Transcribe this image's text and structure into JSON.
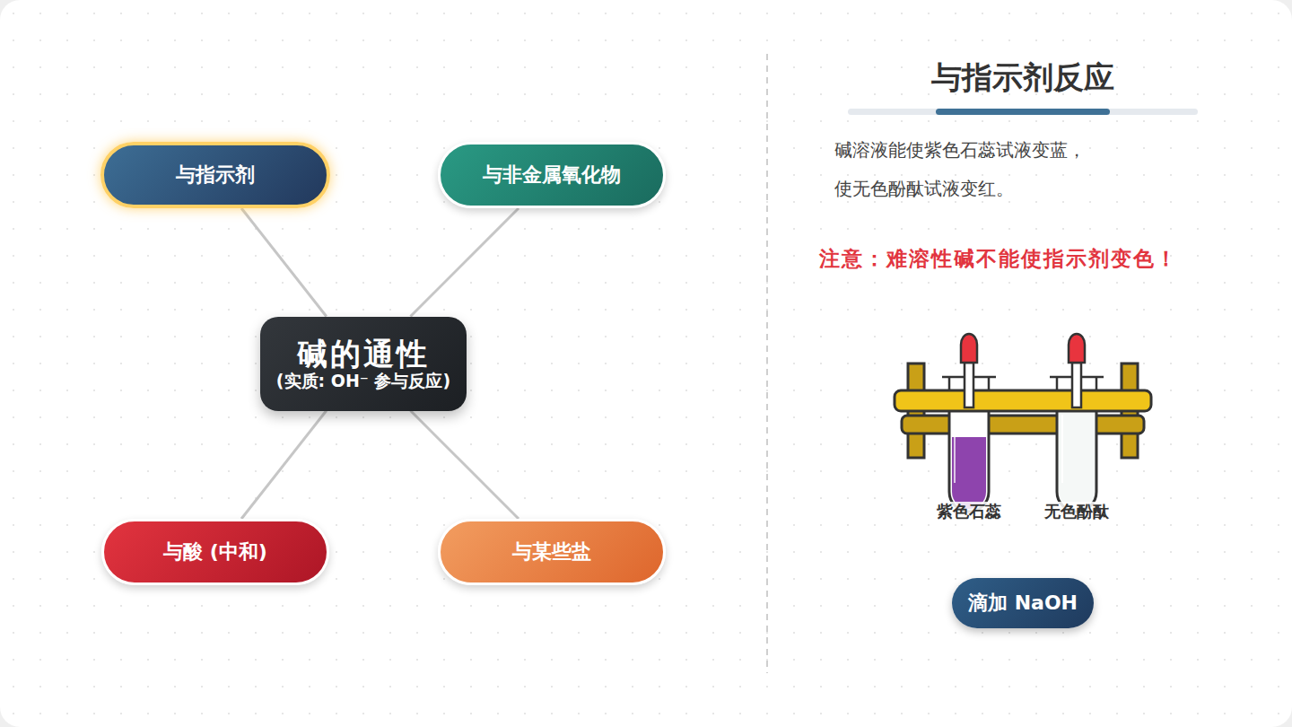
{
  "diagram": {
    "title": "与指示剂反应",
    "nodes": [
      {
        "text": [
          "与指示剂"
        ]
      },
      {
        "text": [
          "与非金属氧化物"
        ]
      },
      {
        "text": [
          "碱的通性",
          "(实质: OH⁻ 参与反应)"
        ]
      },
      {
        "text": [
          "与酸 (中和)"
        ]
      },
      {
        "text": [
          "与某些盐"
        ]
      },
      {
        "text": [
          "滴加 NaOH"
        ]
      }
    ],
    "edges": [
      {
        "from": 2,
        "to": 0,
        "arrow": "none"
      },
      {
        "from": 2,
        "to": 1,
        "arrow": "none"
      },
      {
        "from": 2,
        "to": 3,
        "arrow": "none"
      },
      {
        "from": 2,
        "to": 4,
        "arrow": "none"
      }
    ],
    "labels": [
      "碱溶液能使紫色石蕊试液变蓝， 使无色酚酞试液变红。",
      "注意：难溶性碱不能使指示剂变色！",
      "紫色石蕊",
      "无色酚酞"
    ]
  }
}
